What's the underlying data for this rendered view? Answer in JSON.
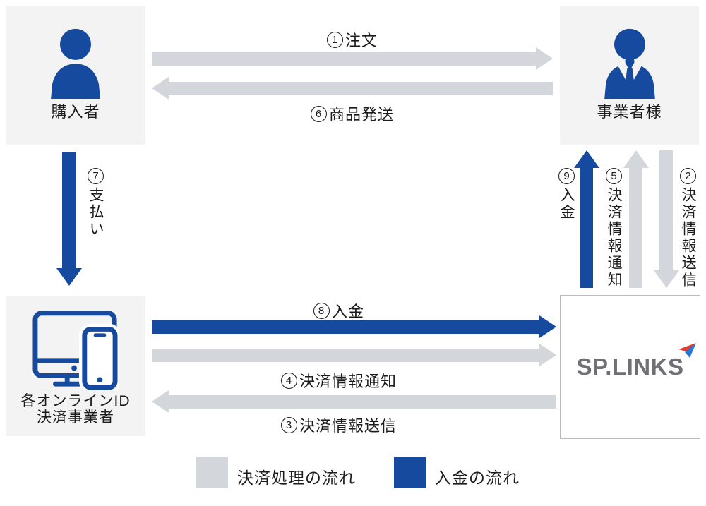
{
  "nodes": {
    "buyer": {
      "label": "購入者"
    },
    "merchant": {
      "label": "事業者様"
    },
    "provider": {
      "label_line1": "各オンラインID",
      "label_line2": "決済事業者"
    },
    "splinks": {
      "logo": "SP.LINKS"
    }
  },
  "flows": {
    "order": {
      "num": "1",
      "text": "注文"
    },
    "send_right": {
      "num": "2",
      "text": "決済情報送信"
    },
    "send_bottom": {
      "num": "3",
      "text": "決済情報送信"
    },
    "notify_bottom": {
      "num": "4",
      "text": "決済情報通知"
    },
    "notify_right": {
      "num": "5",
      "text": "決済情報通知"
    },
    "shipping": {
      "num": "6",
      "text": "商品発送"
    },
    "pay": {
      "num": "7",
      "text": "支払い"
    },
    "deposit_bottom": {
      "num": "8",
      "text": "入金"
    },
    "deposit_right": {
      "num": "9",
      "text": "入金"
    }
  },
  "legend": {
    "processing": "決済処理の流れ",
    "deposit": "入金の流れ"
  },
  "palette": {
    "flow_blue": "#154a9e",
    "flow_gray": "#d3d6da",
    "box_bg": "#f3f3f4",
    "box_border": "#b9bac2",
    "text": "#1b1b1b",
    "logo_gray": "#6f6f75",
    "logo_mark_red": "#e23a2e",
    "logo_mark_blue": "#2878d8"
  }
}
